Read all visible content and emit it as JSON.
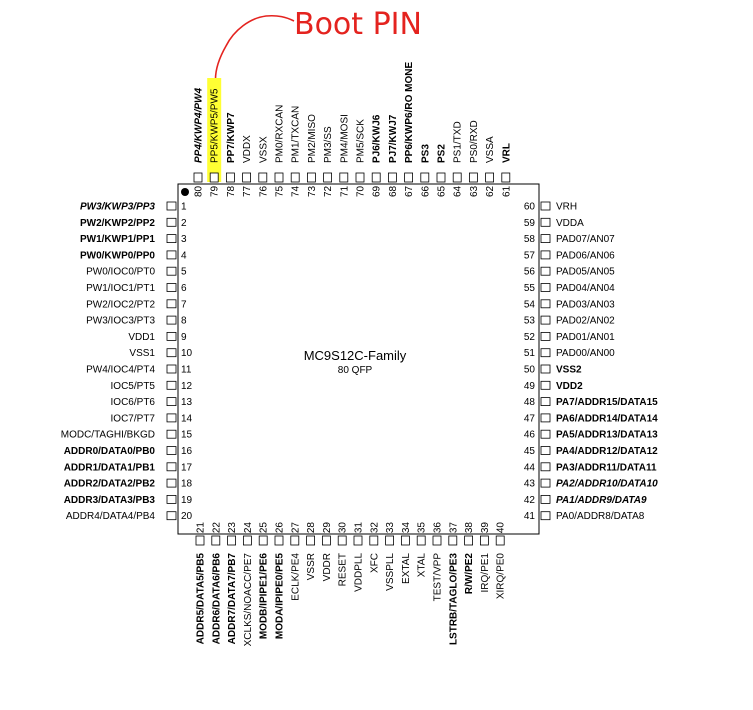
{
  "annotation": {
    "text": "Boot PIN",
    "color": "#e4231f",
    "highlight_color": "#ffff33",
    "highlighted_pin": "79"
  },
  "chip": {
    "title": "MC9S12C-Family",
    "package": "80 QFP"
  },
  "pins": {
    "left": [
      {
        "num": "1",
        "label": "PW3/KWP3/PP3",
        "style": "bi"
      },
      {
        "num": "2",
        "label": "PW2/KWP2/PP2",
        "style": "b"
      },
      {
        "num": "3",
        "label": "PW1/KWP1/PP1",
        "style": "b"
      },
      {
        "num": "4",
        "label": "PW0/KWP0/PP0",
        "style": "b"
      },
      {
        "num": "5",
        "label": "PW0/IOC0/PT0",
        "style": ""
      },
      {
        "num": "6",
        "label": "PW1/IOC1/PT1",
        "style": ""
      },
      {
        "num": "7",
        "label": "PW2/IOC2/PT2",
        "style": ""
      },
      {
        "num": "8",
        "label": "PW3/IOC3/PT3",
        "style": ""
      },
      {
        "num": "9",
        "label": "VDD1",
        "style": ""
      },
      {
        "num": "10",
        "label": "VSS1",
        "style": ""
      },
      {
        "num": "11",
        "label": "PW4/IOC4/PT4",
        "style": ""
      },
      {
        "num": "12",
        "label": "IOC5/PT5",
        "style": ""
      },
      {
        "num": "13",
        "label": "IOC6/PT6",
        "style": ""
      },
      {
        "num": "14",
        "label": "IOC7/PT7",
        "style": ""
      },
      {
        "num": "15",
        "label": "MODC/TAGHI/BKGD",
        "style": ""
      },
      {
        "num": "16",
        "label": "ADDR0/DATA0/PB0",
        "style": "b"
      },
      {
        "num": "17",
        "label": "ADDR1/DATA1/PB1",
        "style": "b"
      },
      {
        "num": "18",
        "label": "ADDR2/DATA2/PB2",
        "style": "b"
      },
      {
        "num": "19",
        "label": "ADDR3/DATA3/PB3",
        "style": "b"
      },
      {
        "num": "20",
        "label": "ADDR4/DATA4/PB4",
        "style": ""
      }
    ],
    "right": [
      {
        "num": "60",
        "label": "VRH",
        "style": ""
      },
      {
        "num": "59",
        "label": "VDDA",
        "style": ""
      },
      {
        "num": "58",
        "label": "PAD07/AN07",
        "style": ""
      },
      {
        "num": "57",
        "label": "PAD06/AN06",
        "style": ""
      },
      {
        "num": "56",
        "label": "PAD05/AN05",
        "style": ""
      },
      {
        "num": "55",
        "label": "PAD04/AN04",
        "style": ""
      },
      {
        "num": "54",
        "label": "PAD03/AN03",
        "style": ""
      },
      {
        "num": "53",
        "label": "PAD02/AN02",
        "style": ""
      },
      {
        "num": "52",
        "label": "PAD01/AN01",
        "style": ""
      },
      {
        "num": "51",
        "label": "PAD00/AN00",
        "style": ""
      },
      {
        "num": "50",
        "label": "VSS2",
        "style": "b"
      },
      {
        "num": "49",
        "label": "VDD2",
        "style": "b"
      },
      {
        "num": "48",
        "label": "PA7/ADDR15/DATA15",
        "style": "b"
      },
      {
        "num": "47",
        "label": "PA6/ADDR14/DATA14",
        "style": "b"
      },
      {
        "num": "46",
        "label": "PA5/ADDR13/DATA13",
        "style": "b"
      },
      {
        "num": "45",
        "label": "PA4/ADDR12/DATA12",
        "style": "b"
      },
      {
        "num": "44",
        "label": "PA3/ADDR11/DATA11",
        "style": "b"
      },
      {
        "num": "43",
        "label": "PA2/ADDR10/DATA10",
        "style": "bi"
      },
      {
        "num": "42",
        "label": "PA1/ADDR9/DATA9",
        "style": "bi"
      },
      {
        "num": "41",
        "label": "PA0/ADDR8/DATA8",
        "style": ""
      }
    ],
    "top": [
      {
        "num": "80",
        "label": "PP4/KWP4/PW4",
        "style": "bi"
      },
      {
        "num": "79",
        "label": "PP5/KWP5/PW5",
        "style": ""
      },
      {
        "num": "78",
        "label": "PP7/KWP7",
        "style": "b"
      },
      {
        "num": "77",
        "label": "VDDX",
        "style": ""
      },
      {
        "num": "76",
        "label": "VSSX",
        "style": ""
      },
      {
        "num": "75",
        "label": "PM0/RXCAN",
        "style": ""
      },
      {
        "num": "74",
        "label": "PM1/TXCAN",
        "style": ""
      },
      {
        "num": "73",
        "label": "PM2/MISO",
        "style": ""
      },
      {
        "num": "72",
        "label": "PM3/SS",
        "style": ""
      },
      {
        "num": "71",
        "label": "PM4/MOSI",
        "style": ""
      },
      {
        "num": "70",
        "label": "PM5/SCK",
        "style": ""
      },
      {
        "num": "69",
        "label": "PJ6/KWJ6",
        "style": "b"
      },
      {
        "num": "68",
        "label": "PJ7/KWJ7",
        "style": "b"
      },
      {
        "num": "67",
        "label": "PP6/KWP6/RO MONE",
        "style": "b"
      },
      {
        "num": "66",
        "label": "PS3",
        "style": "b"
      },
      {
        "num": "65",
        "label": "PS2",
        "style": "b"
      },
      {
        "num": "64",
        "label": "PS1/TXD",
        "style": ""
      },
      {
        "num": "63",
        "label": "PS0/RXD",
        "style": ""
      },
      {
        "num": "62",
        "label": "VSSA",
        "style": ""
      },
      {
        "num": "61",
        "label": "VRL",
        "style": "b"
      }
    ],
    "bottom": [
      {
        "num": "21",
        "label": "ADDR5/DATA5/PB5",
        "style": "b"
      },
      {
        "num": "22",
        "label": "ADDR6/DATA6/PB6",
        "style": "b"
      },
      {
        "num": "23",
        "label": "ADDR7/DATA7/PB7",
        "style": "b"
      },
      {
        "num": "24",
        "label": "XCLKS/NOACC/PE7",
        "style": ""
      },
      {
        "num": "25",
        "label": "MODB/IPIPE1/PE6",
        "style": "b"
      },
      {
        "num": "26",
        "label": "MODA/IPIPE0/PE5",
        "style": "b"
      },
      {
        "num": "27",
        "label": "ECLK/PE4",
        "style": ""
      },
      {
        "num": "28",
        "label": "VSSR",
        "style": ""
      },
      {
        "num": "29",
        "label": "VDDR",
        "style": ""
      },
      {
        "num": "30",
        "label": "RESET",
        "style": ""
      },
      {
        "num": "31",
        "label": "VDDPLL",
        "style": ""
      },
      {
        "num": "32",
        "label": "XFC",
        "style": ""
      },
      {
        "num": "33",
        "label": "VSSPLL",
        "style": ""
      },
      {
        "num": "34",
        "label": "EXTAL",
        "style": ""
      },
      {
        "num": "35",
        "label": "XTAL",
        "style": ""
      },
      {
        "num": "36",
        "label": "TEST/VPP",
        "style": ""
      },
      {
        "num": "37",
        "label": "LSTRB/TAGLO/PE3",
        "style": "b"
      },
      {
        "num": "38",
        "label": "R/W/PE2",
        "style": "b"
      },
      {
        "num": "39",
        "label": "IRQ/PE1",
        "style": ""
      },
      {
        "num": "40",
        "label": "XIRQ/PE0",
        "style": ""
      }
    ]
  }
}
